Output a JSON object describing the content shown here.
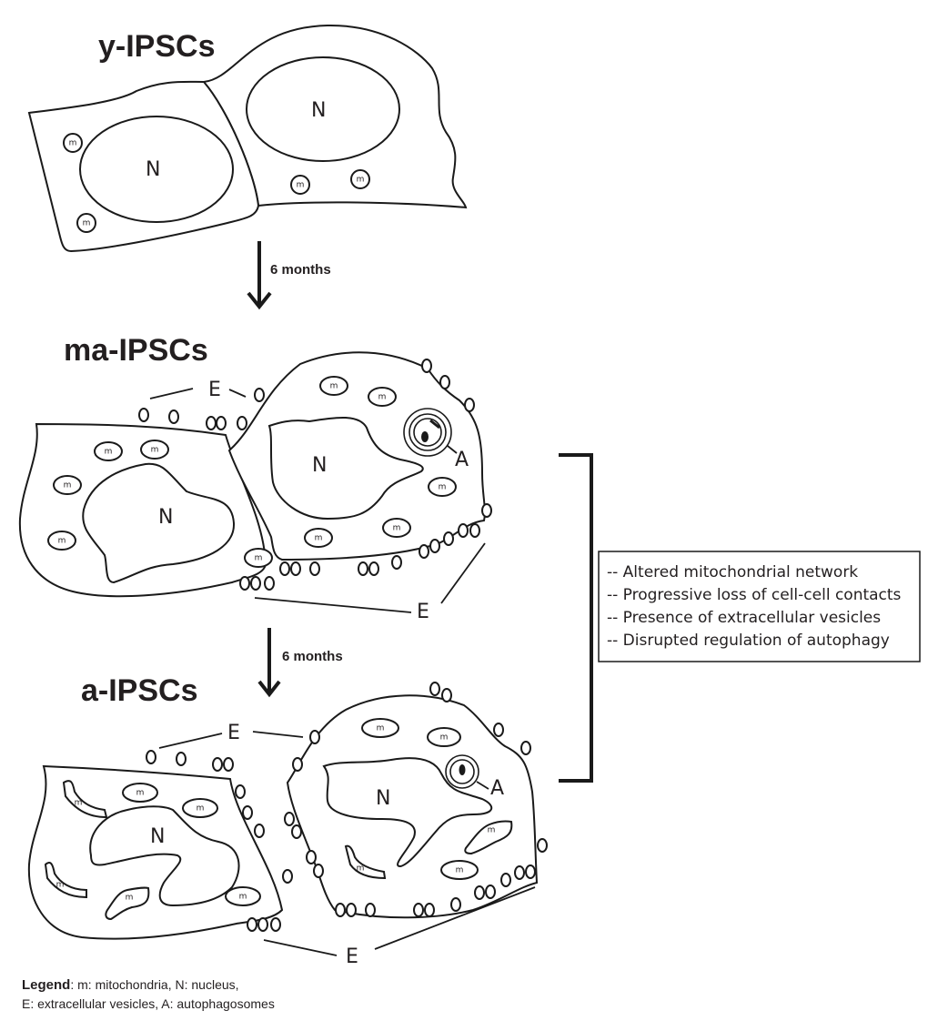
{
  "stages": [
    {
      "title": "y-IPSCs"
    },
    {
      "title": "ma-IPSCs"
    },
    {
      "title": "a-IPSCs"
    }
  ],
  "transitions": [
    {
      "label": "6 months"
    },
    {
      "label": "6 months"
    }
  ],
  "labels": {
    "nucleus": "N",
    "mitochondria": "m",
    "extracellular_vesicles": "E",
    "autophagosome": "A"
  },
  "summary_box": {
    "items": [
      "-- Altered mitochondrial network",
      "-- Progressive loss of cell-cell contacts",
      "-- Presence of extracellular vesicles",
      "-- Disrupted regulation of autophagy"
    ]
  },
  "legend": {
    "heading": "Legend",
    "line1": ": m: mitochondria, N: nucleus,",
    "line2": "E: extracellular vesicles, A: autophagosomes"
  },
  "colors": {
    "ink": "#231f20",
    "background": "#ffffff"
  }
}
